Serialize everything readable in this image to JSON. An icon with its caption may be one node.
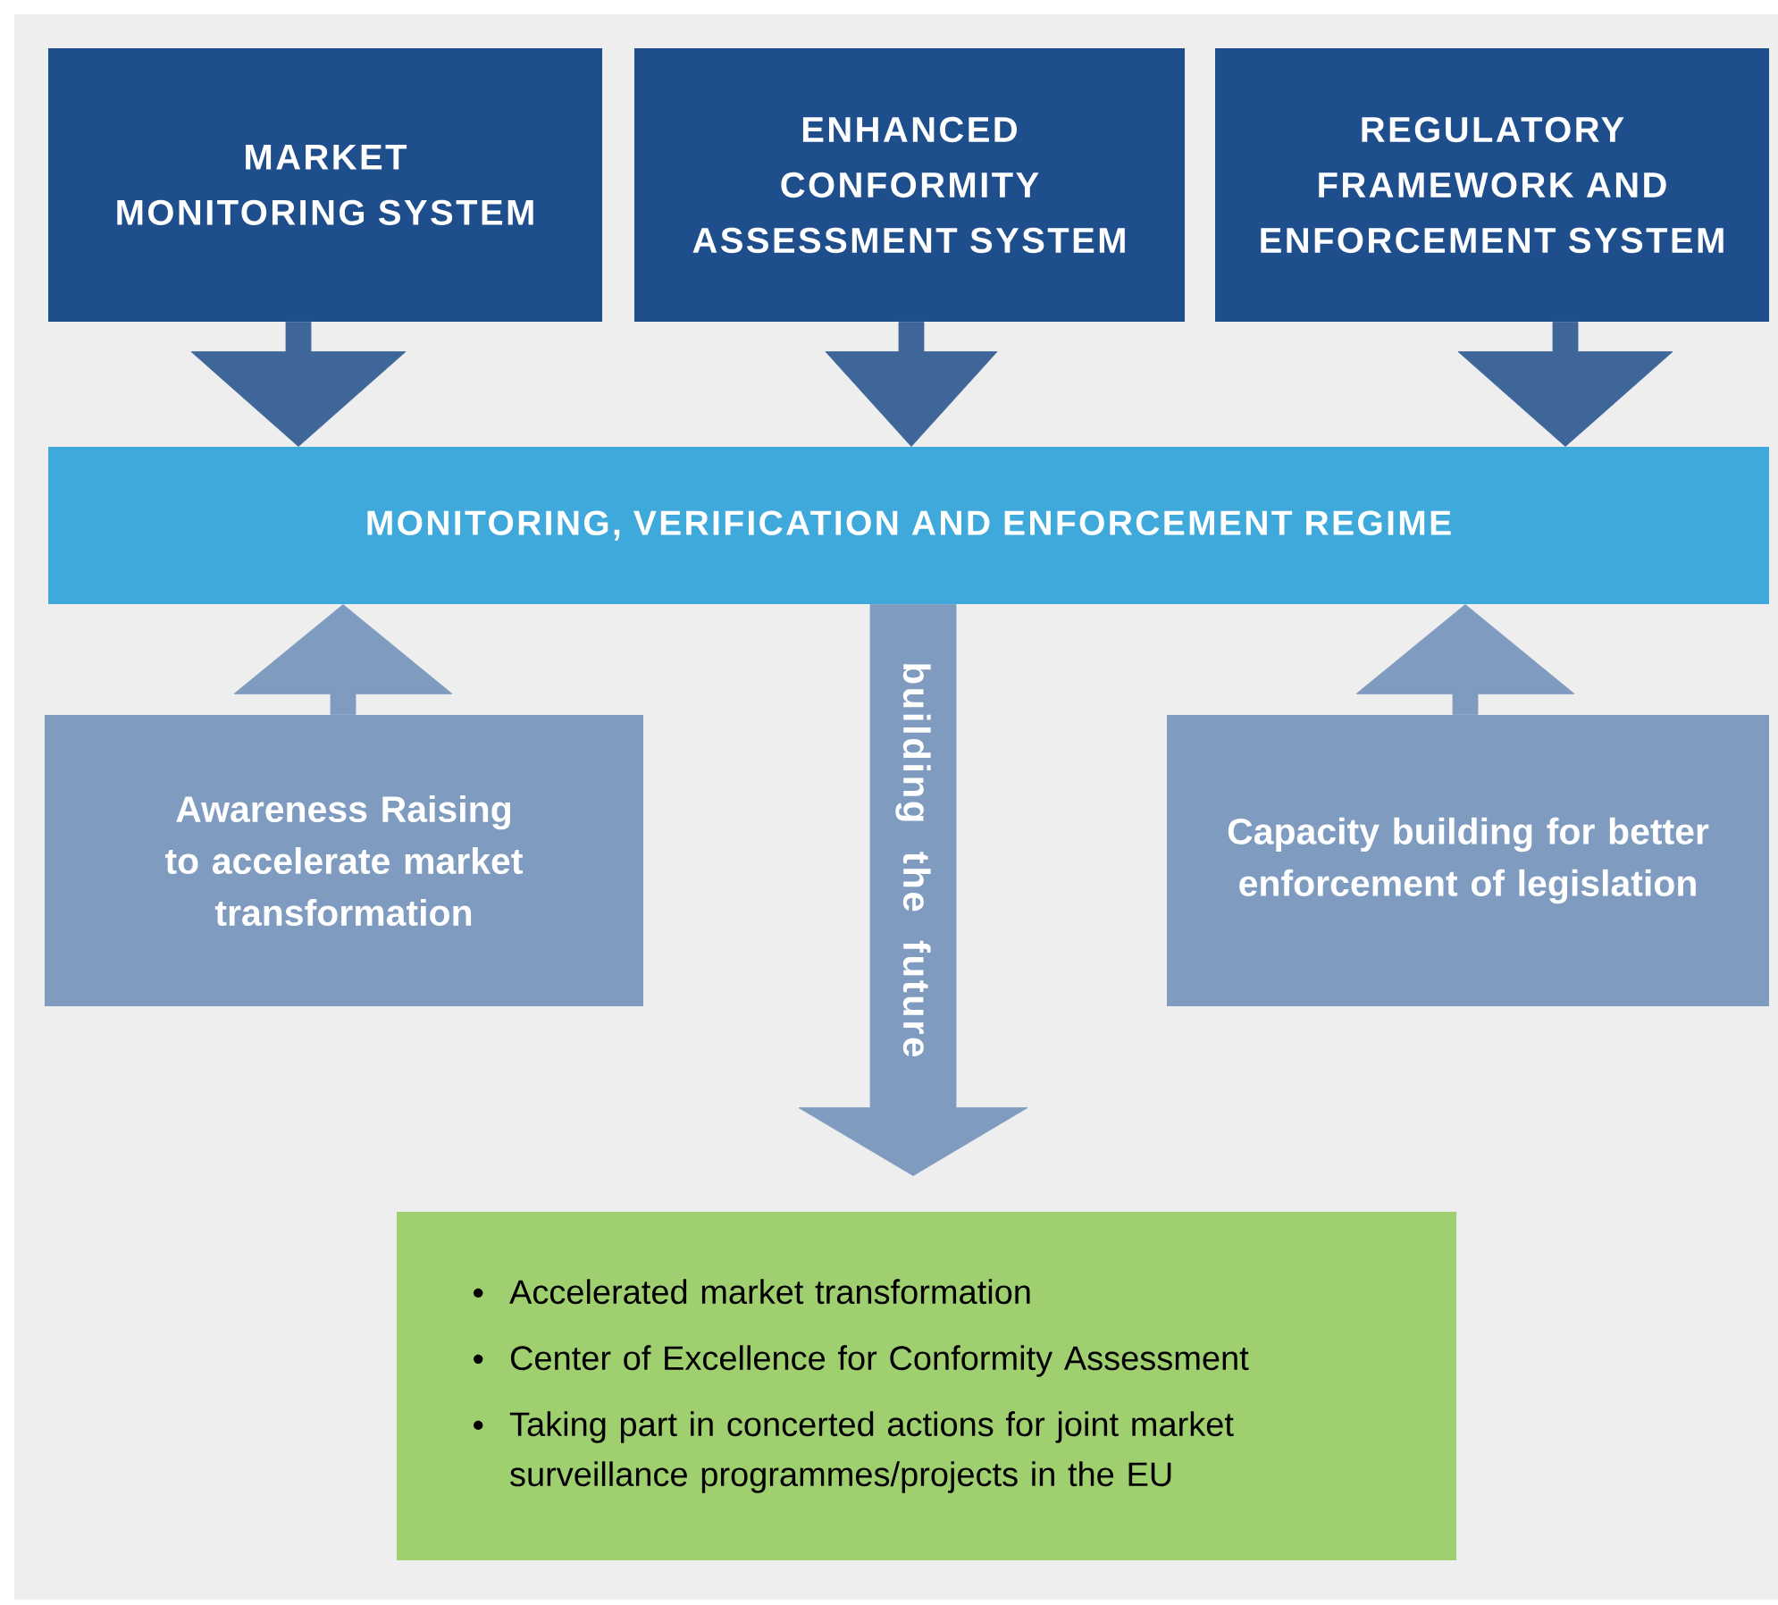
{
  "diagram": {
    "nodes": [
      {
        "text": [
          "MARKET MONITORING SYSTEM"
        ]
      },
      {
        "text": [
          "ENHANCED CONFORMITY ASSESSMENT SYSTEM"
        ]
      },
      {
        "text": [
          "REGULATORY FRAMEWORK AND ENFORCEMENT SYSTEM"
        ]
      },
      {
        "text": [
          "MONITORING, VERIFICATION AND ENFORCEMENT REGIME"
        ]
      },
      {
        "text": [
          "Awareness Raising to accelerate market transformation"
        ]
      },
      {
        "text": [
          "Capacity building for better enforcement of legislation"
        ]
      },
      {
        "text": [
          "Accelerated market transformation",
          "Center of Excellence for Conformity Assessment",
          "Taking part in concerted actions for joint market surveillance programmes/projects in the EU"
        ]
      }
    ],
    "edges": [
      {
        "from": 0,
        "to": 3,
        "arrow": "to"
      },
      {
        "from": 1,
        "to": 3,
        "arrow": "to"
      },
      {
        "from": 2,
        "to": 3,
        "arrow": "to"
      },
      {
        "from": 4,
        "to": 3,
        "arrow": "to",
        "color": "#7f9cc0"
      },
      {
        "from": 5,
        "to": 3,
        "arrow": "to",
        "color": "#7f9cc0"
      },
      {
        "from": 3,
        "to": 6,
        "arrow": "to",
        "label": "building the future",
        "style": "thick",
        "color": "#7f9cc0"
      }
    ]
  }
}
